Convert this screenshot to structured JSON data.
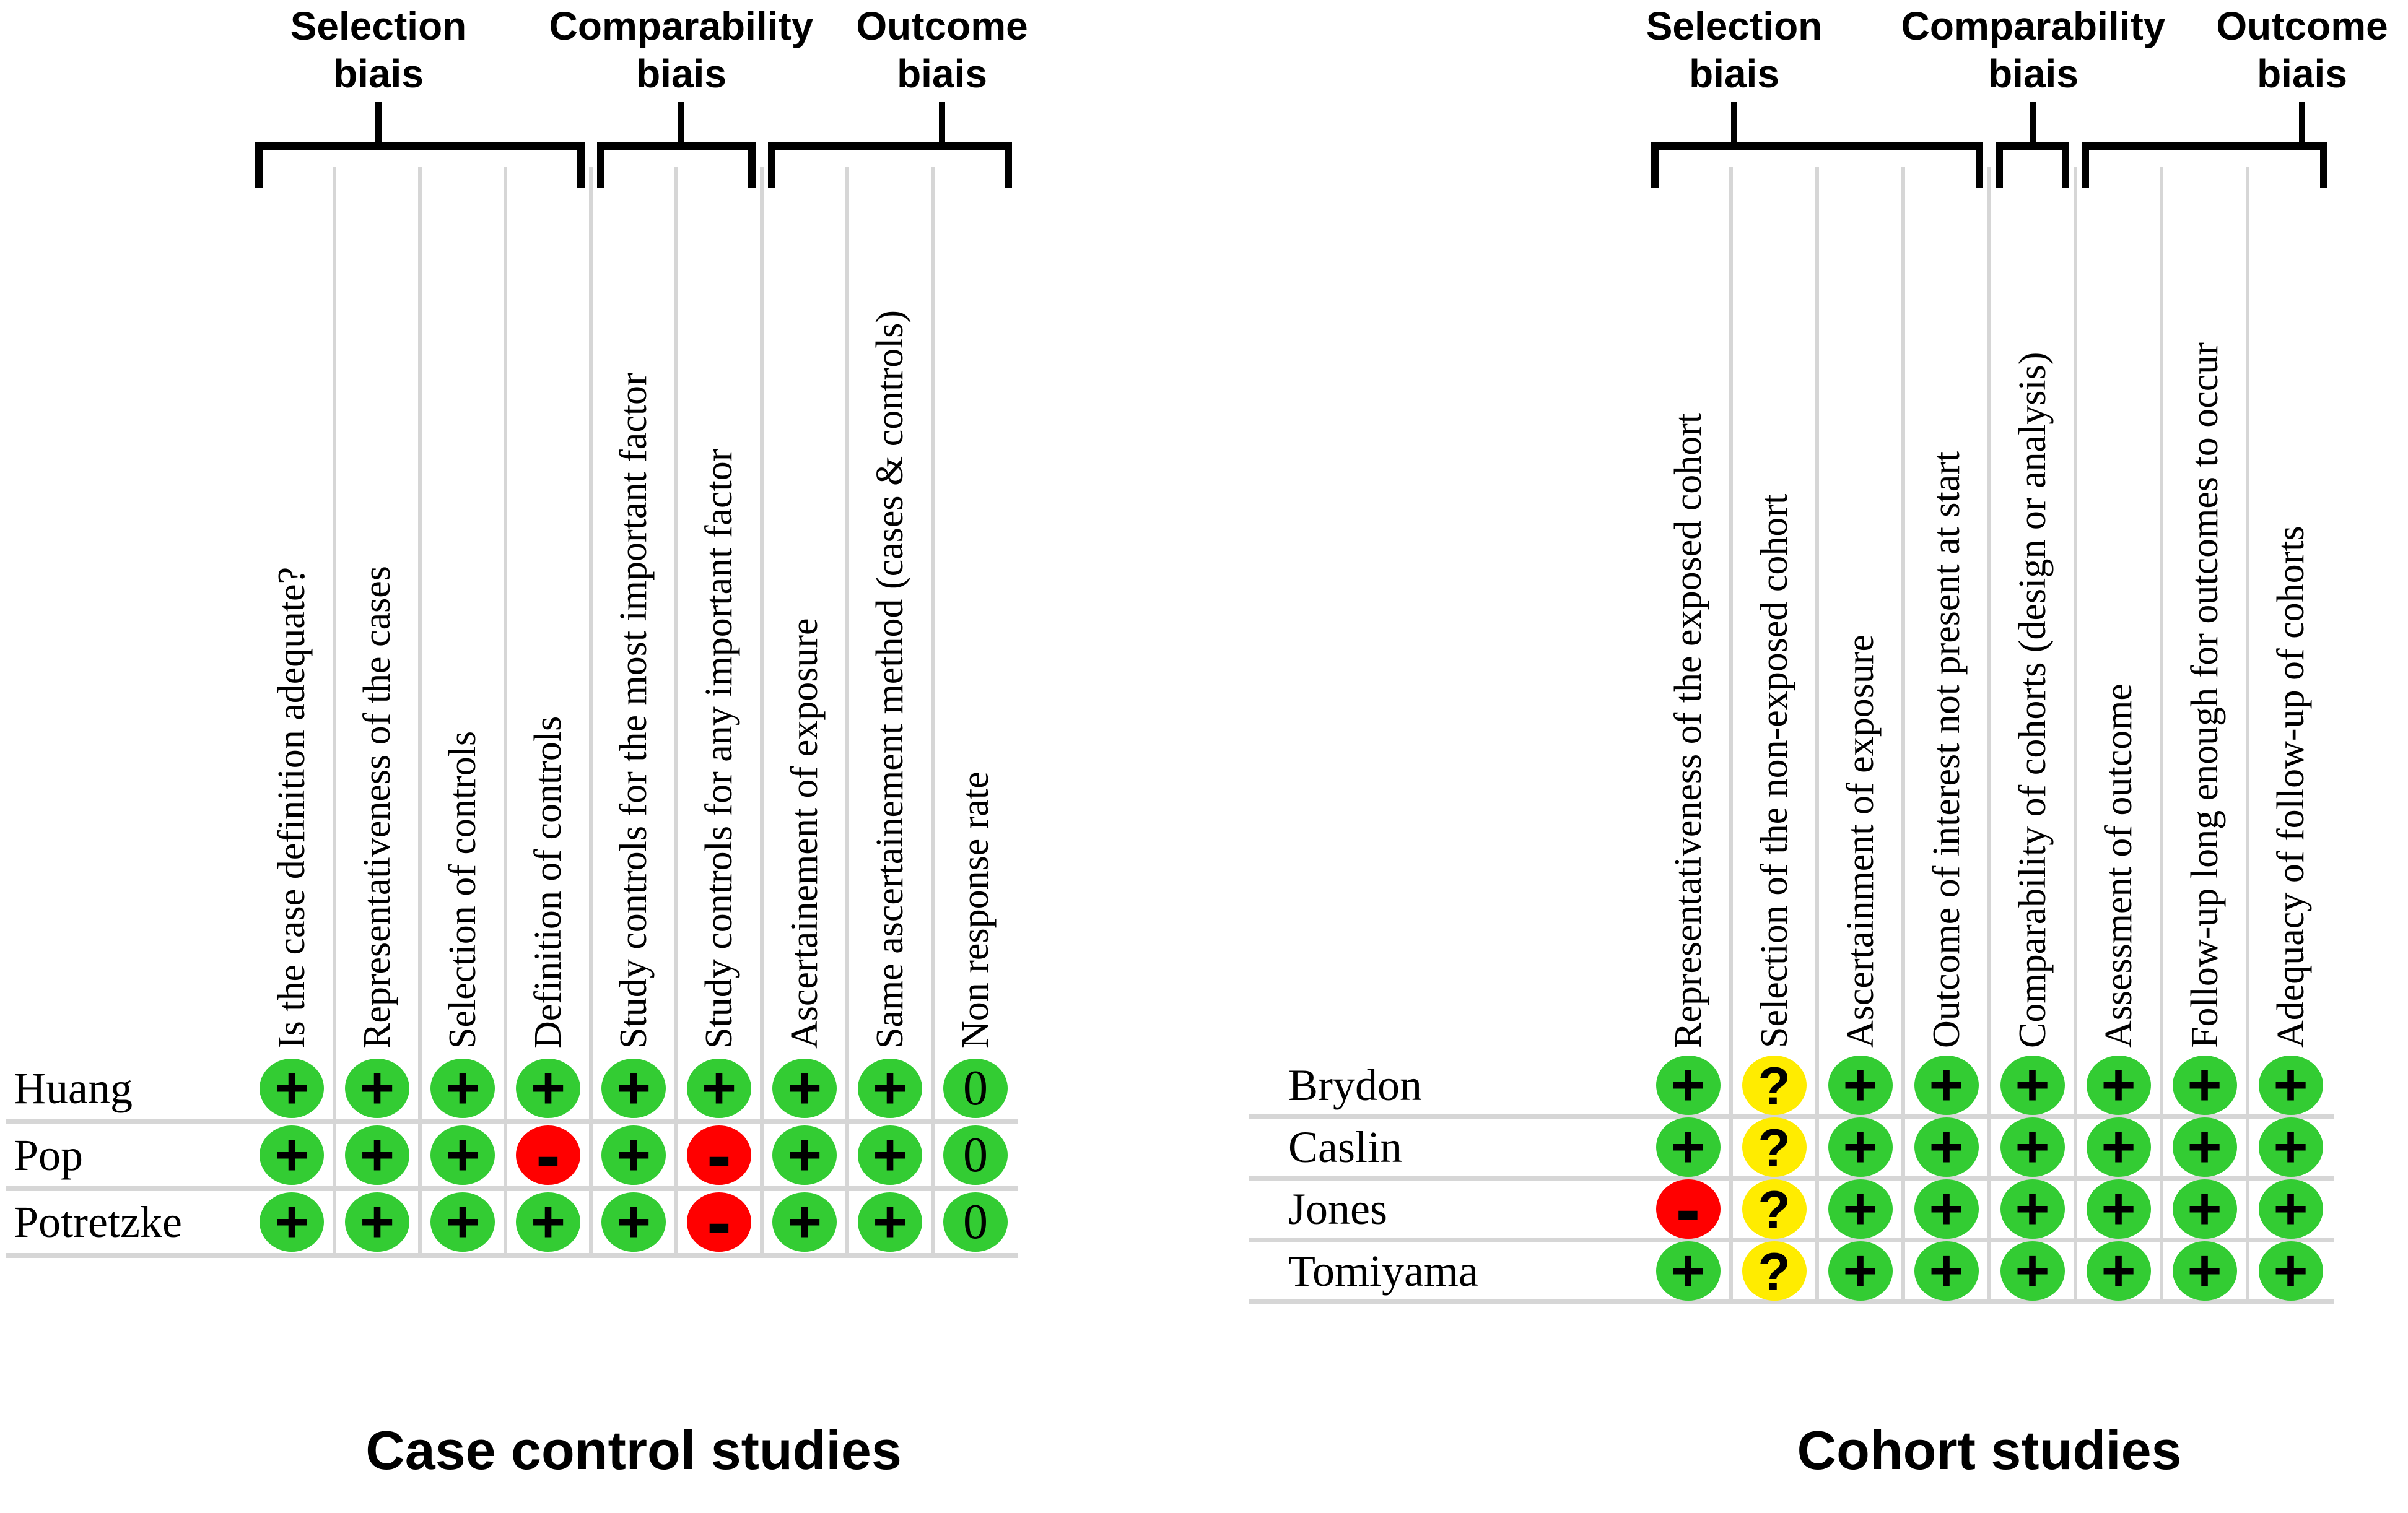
{
  "figure": {
    "description_left_caption": "Case control studies",
    "description_right_caption": "Cohort studies"
  },
  "rating_colors": {
    "plus": "#33cc33",
    "minus": "#ff0000",
    "zero": "#33cc33",
    "question": "#ffec00"
  },
  "chart_data": [
    {
      "type": "table",
      "title": "Case control studies",
      "column_groups": [
        {
          "label": "Selection biais",
          "label_lines": [
            "Selection",
            "biais"
          ],
          "span": 4
        },
        {
          "label": "Comparability biais",
          "label_lines": [
            "Comparability",
            "biais"
          ],
          "span": 2
        },
        {
          "label": "Outcome biais",
          "label_lines": [
            "Outcome",
            "biais"
          ],
          "span": 3
        }
      ],
      "columns": [
        "Is the case definition adequate?",
        "Representativeness of the cases",
        "Selection of controls",
        "Definition of controls",
        "Study controls for the most important factor",
        "Study controls for any important factor",
        "Ascertainement of exposure",
        "Same ascertainement method (cases & controls)",
        "Non response rate"
      ],
      "studies": [
        "Huang",
        "Pop",
        "Potretzke"
      ],
      "ratings": [
        [
          "+",
          "+",
          "+",
          "+",
          "+",
          "+",
          "+",
          "+",
          "0"
        ],
        [
          "+",
          "+",
          "+",
          "-",
          "+",
          "-",
          "+",
          "+",
          "0"
        ],
        [
          "+",
          "+",
          "+",
          "+",
          "+",
          "-",
          "+",
          "+",
          "0"
        ]
      ]
    },
    {
      "type": "table",
      "title": "Cohort studies",
      "column_groups": [
        {
          "label": "Selection biais",
          "label_lines": [
            "Selection",
            "biais"
          ],
          "span": 4
        },
        {
          "label": "Comparability biais",
          "label_lines": [
            "Comparability",
            "biais"
          ],
          "span": 1
        },
        {
          "label": "Outcome biais",
          "label_lines": [
            "Outcome",
            "biais"
          ],
          "span": 3
        }
      ],
      "columns": [
        "Representativeness of the exposed cohort",
        "Selection of the non-exposed cohort",
        "Ascertainment of exposure",
        "Outcome of interest not present at start",
        "Comparability of cohorts (design or analysis)",
        "Assessment of outcome",
        "Follow-up long enough for outcomes to occur",
        "Adequacy of follow-up of cohorts"
      ],
      "studies": [
        "Brydon",
        "Caslin",
        "Jones",
        "Tomiyama"
      ],
      "ratings": [
        [
          "+",
          "?",
          "+",
          "+",
          "+",
          "+",
          "+",
          "+"
        ],
        [
          "+",
          "?",
          "+",
          "+",
          "+",
          "+",
          "+",
          "+"
        ],
        [
          "-",
          "?",
          "+",
          "+",
          "+",
          "+",
          "+",
          "+"
        ],
        [
          "+",
          "?",
          "+",
          "+",
          "+",
          "+",
          "+",
          "+"
        ]
      ]
    }
  ]
}
